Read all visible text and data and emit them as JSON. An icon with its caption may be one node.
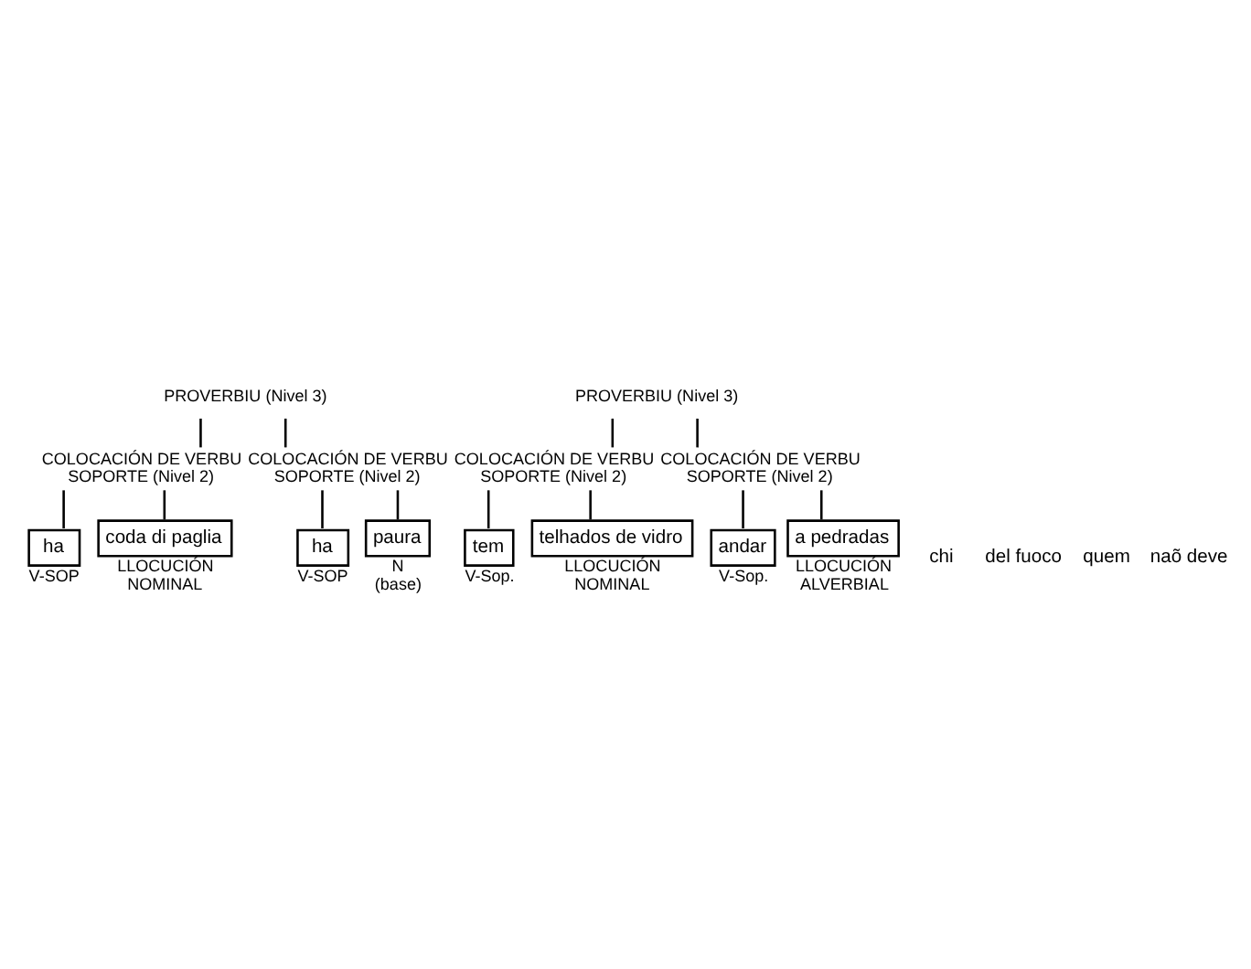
{
  "diagram": {
    "nodes": [
      {
        "text": [
          "PROVERBIU (Nivel 3)"
        ]
      },
      {
        "text": [
          "COLOCACIÓN DE VERBU SOPORTE (Nivel 2)"
        ]
      },
      {
        "text": [
          "COLOCACIÓN DE VERBU SOPORTE (Nivel 2)"
        ]
      },
      {
        "text": [
          "ha"
        ],
        "beside": [
          "V-SOP"
        ]
      },
      {
        "text": [
          "coda di paglia"
        ],
        "beside": [
          "LLOCUCIÓN NOMINAL"
        ]
      },
      {
        "text": [
          "ha"
        ],
        "beside": [
          "V-SOP"
        ]
      },
      {
        "text": [
          "paura"
        ],
        "beside": [
          "N (base)"
        ]
      },
      {
        "text": [
          "PROVERBIU (Nivel 3)"
        ]
      },
      {
        "text": [
          "COLOCACIÓN DE VERBU SOPORTE (Nivel 2)"
        ]
      },
      {
        "text": [
          "COLOCACIÓN DE VERBU SOPORTE (Nivel 2)"
        ]
      },
      {
        "text": [
          "tem"
        ],
        "beside": [
          "V-Sop."
        ]
      },
      {
        "text": [
          "telhados de vidro"
        ],
        "beside": [
          "LLOCUCIÓN NOMINAL"
        ]
      },
      {
        "text": [
          "andar"
        ],
        "beside": [
          "V-Sop."
        ]
      },
      {
        "text": [
          "a pedradas"
        ],
        "beside": [
          "LLOCUCIÓN ALVERBIAL"
        ]
      }
    ],
    "edges": [
      {
        "from": 0,
        "to": 1,
        "arrow": "none"
      },
      {
        "from": 0,
        "to": 2,
        "arrow": "none"
      },
      {
        "from": 1,
        "to": 3,
        "arrow": "none"
      },
      {
        "from": 1,
        "to": 4,
        "arrow": "none"
      },
      {
        "from": 2,
        "to": 5,
        "arrow": "none"
      },
      {
        "from": 2,
        "to": 6,
        "arrow": "none"
      },
      {
        "from": 7,
        "to": 8,
        "arrow": "none"
      },
      {
        "from": 7,
        "to": 9,
        "arrow": "none"
      },
      {
        "from": 8,
        "to": 10,
        "arrow": "none"
      },
      {
        "from": 8,
        "to": 11,
        "arrow": "none"
      },
      {
        "from": 9,
        "to": 12,
        "arrow": "none"
      },
      {
        "from": 9,
        "to": 13,
        "arrow": "none"
      }
    ],
    "labels": [
      "chi",
      "del fuoco",
      "quem",
      "naõ deve"
    ]
  }
}
